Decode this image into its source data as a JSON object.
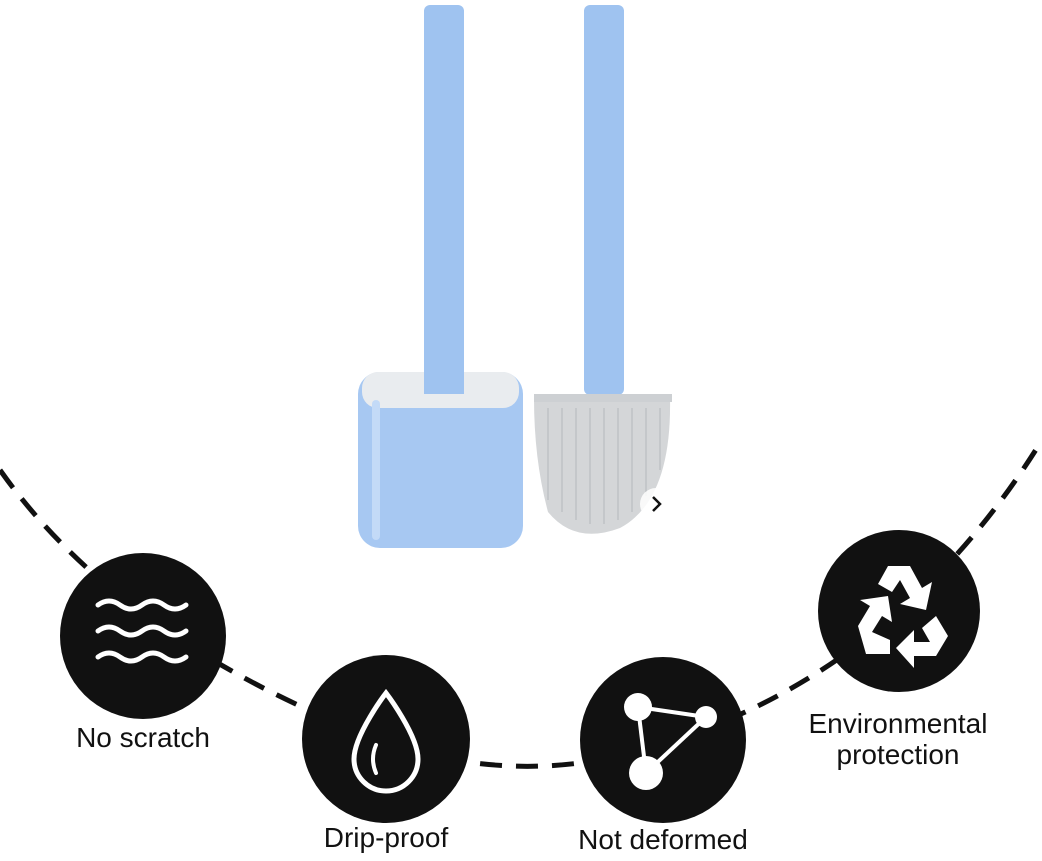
{
  "features": [
    {
      "id": "no-scratch",
      "label": "No scratch",
      "icon": "waves-icon"
    },
    {
      "id": "drip-proof",
      "label": "Drip-proof",
      "icon": "water-drop-icon"
    },
    {
      "id": "not-deformed",
      "label": "Not deformed",
      "icon": "molecule-icon"
    },
    {
      "id": "environmental",
      "label_line1": "Environmental",
      "label_line2": "protection",
      "icon": "recycle-icon"
    }
  ],
  "product": {
    "description_icon": "toilet-brush-set-icon"
  },
  "carousel": {
    "next_icon": "chevron-right-icon"
  },
  "colors": {
    "brush_blue": "#9fc3f0",
    "icon_bg": "#111111",
    "bristle": "#d4d6d8"
  }
}
